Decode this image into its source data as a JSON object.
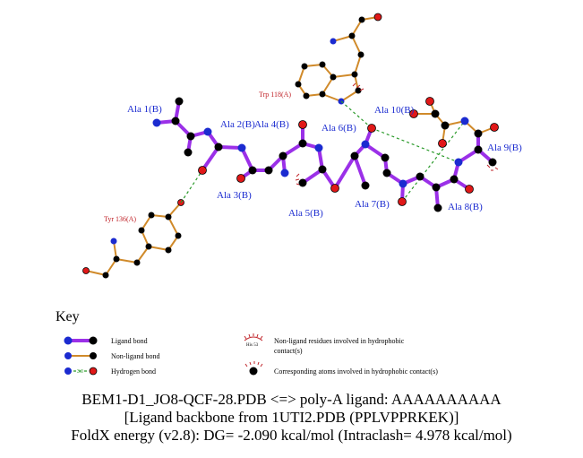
{
  "ligand_residues": [
    {
      "label": "Ala 1(B)"
    },
    {
      "label": "Ala 2(B)"
    },
    {
      "label": "Ala 3(B)"
    },
    {
      "label": "Ala 4(B)"
    },
    {
      "label": "Ala 5(B)"
    },
    {
      "label": "Ala 6(B)"
    },
    {
      "label": "Ala 7(B)"
    },
    {
      "label": "Ala 8(B)"
    },
    {
      "label": "Ala 9(B)"
    },
    {
      "label": "Ala 10(B)"
    }
  ],
  "protein_residues": [
    {
      "label": "Trp 118(A)"
    },
    {
      "label": "Tyr 136(A)"
    }
  ],
  "key": {
    "title": "Key",
    "ligand_bond": "Ligand bond",
    "nonligand_bond": "Non-ligand bond",
    "hbond": "Hydrogen bond",
    "hbond_sample": "3.0",
    "hydrophobic_sample_label": "His 53",
    "hydrophobic_line1": "Non-ligand residues involved in hydrophobic",
    "hydrophobic_line2": "contact(s)",
    "corresponding": "Corresponding atoms involved in hydrophobic contact(s)"
  },
  "caption": {
    "line1": "BEM1-D1_JO8-QCF-28.PDB <=> poly-A ligand: AAAAAAAAAA",
    "line2": "[Ligand backbone from 1UTI2.PDB (PPLVPPRKEK)]",
    "line3": "FoldX energy (v2.8): DG= -2.090 kcal/mol (Intraclash= 4.978 kcal/mol)"
  },
  "colors": {
    "ligand_bond": "#9b30e8",
    "nonligand_bond": "#d08a2a",
    "hbond": "#2a9a2a",
    "carbon": "#000000",
    "nitrogen": "#1b2bd0",
    "oxygen": "#e01818",
    "label_blue": "#1b2bd0",
    "label_red": "#c0242a"
  }
}
